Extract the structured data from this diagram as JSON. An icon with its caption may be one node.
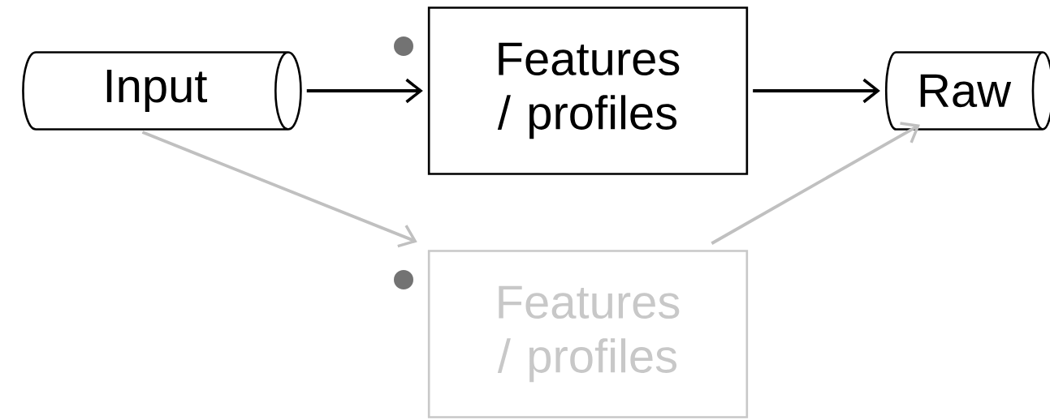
{
  "diagram": {
    "nodes": [
      {
        "text": [
          "Input"
        ]
      },
      {
        "text": [
          "Features / profiles"
        ]
      },
      {
        "text": [
          "Raw"
        ]
      },
      {
        "text": [
          "Features / profiles"
        ]
      }
    ],
    "edges": [
      {
        "from": 0,
        "to": 1,
        "arrow": "to"
      },
      {
        "from": 1,
        "to": 2,
        "arrow": "to"
      },
      {
        "from": 0,
        "to": 3,
        "arrow": "to",
        "color": "#c0c0c0"
      },
      {
        "from": 3,
        "to": 2,
        "arrow": "to",
        "color": "#c0c0c0"
      }
    ]
  }
}
